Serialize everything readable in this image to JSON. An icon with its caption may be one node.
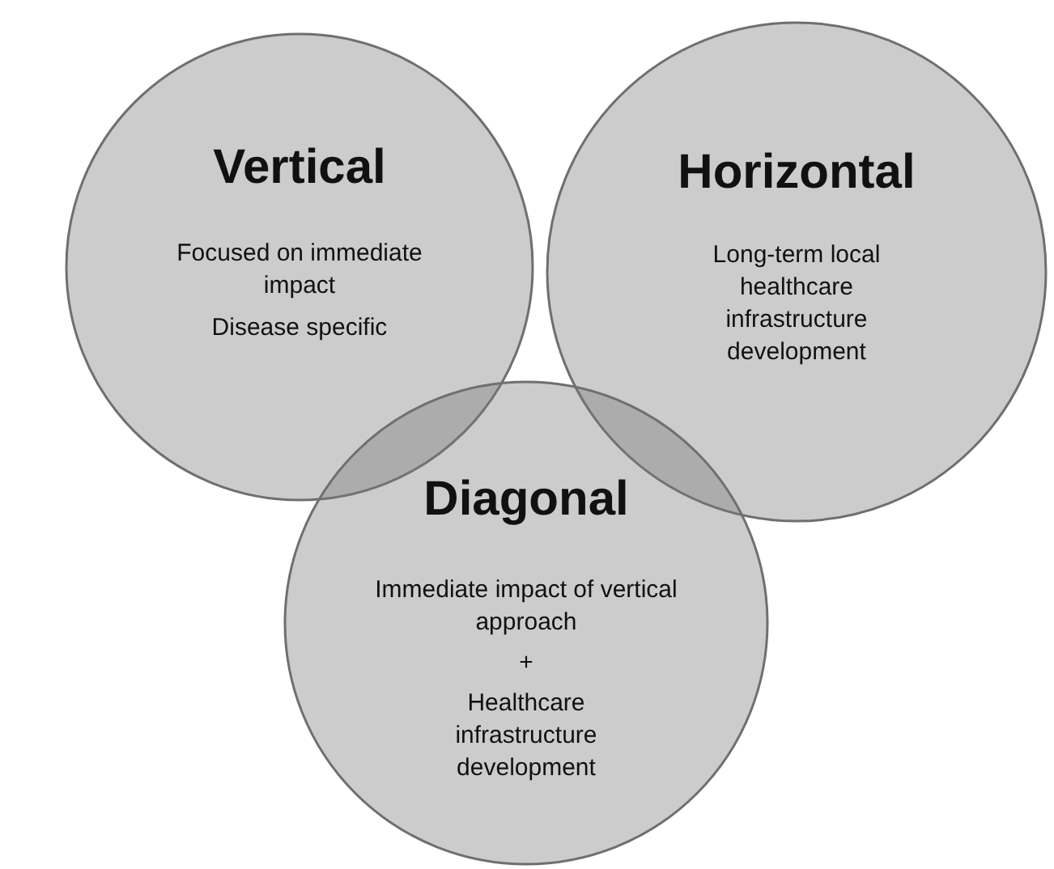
{
  "diagram": {
    "nodes": [
      {
        "text": [
          "Vertical",
          "Focused on immediate impact",
          "Disease specific"
        ]
      },
      {
        "text": [
          "Horizontal",
          "Long-term local healthcare infrastructure development"
        ]
      },
      {
        "text": [
          "Diagonal",
          "Immediate impact of vertical approach",
          "+",
          "Healthcare infrastructure development"
        ]
      }
    ]
  }
}
